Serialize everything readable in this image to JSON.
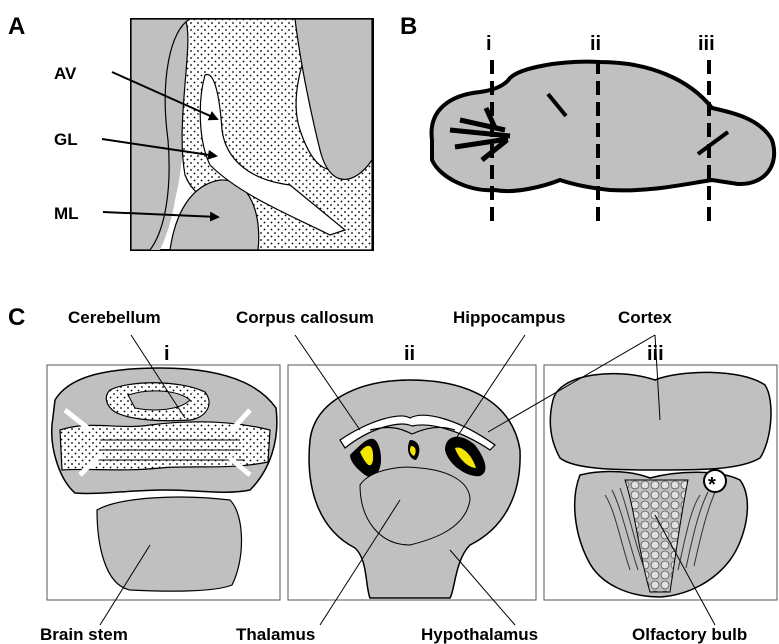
{
  "panels": {
    "a": {
      "letter": "A",
      "labels": {
        "av": "AV",
        "gl": "GL",
        "ml": "ML"
      }
    },
    "b": {
      "letter": "B",
      "sections": {
        "i": "i",
        "ii": "ii",
        "iii": "iii"
      }
    },
    "c": {
      "letter": "C",
      "sections": {
        "i": "i",
        "ii": "ii",
        "iii": "iii"
      },
      "top_labels": {
        "cerebellum": "Cerebellum",
        "corpus_callosum": "Corpus callosum",
        "hippocampus": "Hippocampus",
        "cortex": "Cortex"
      },
      "bottom_labels": {
        "brain_stem": "Brain stem",
        "thalamus": "Thalamus",
        "hypothalamus": "Hypothalamus",
        "olfactory_bulb": "Olfactory bulb"
      },
      "asterisk": "*"
    }
  },
  "colors": {
    "tissue": "#c0c0c0",
    "hippocampus_fill": "#000000",
    "hippocampus_highlight": "#f5e600",
    "outline": "#000000"
  }
}
